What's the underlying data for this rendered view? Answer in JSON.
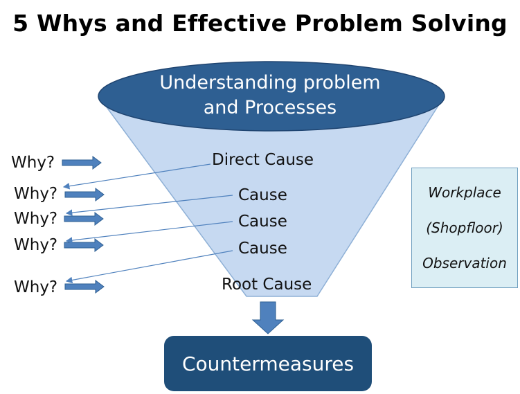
{
  "title": "5 Whys and Effective Problem Solving",
  "funnel": {
    "top_line1": "Understanding problem",
    "top_line2": "and Processes",
    "levels": [
      "Direct Cause",
      "Cause",
      "Cause",
      "Cause",
      "Root Cause"
    ]
  },
  "why_labels": [
    "Why?",
    "Why?",
    "Why?",
    "Why?",
    "Why?"
  ],
  "output_box": "Countermeasures",
  "side_box": {
    "line1": "Workplace",
    "line2": "(Shopfloor)",
    "line3": "Observation"
  },
  "colors": {
    "funnel_fill": "#c6d9f1",
    "ellipse_fill": "#2e5f92",
    "output_fill": "#1f4e79",
    "arrow_fill": "#4f81bd",
    "side_box_fill": "#dbeef4"
  }
}
